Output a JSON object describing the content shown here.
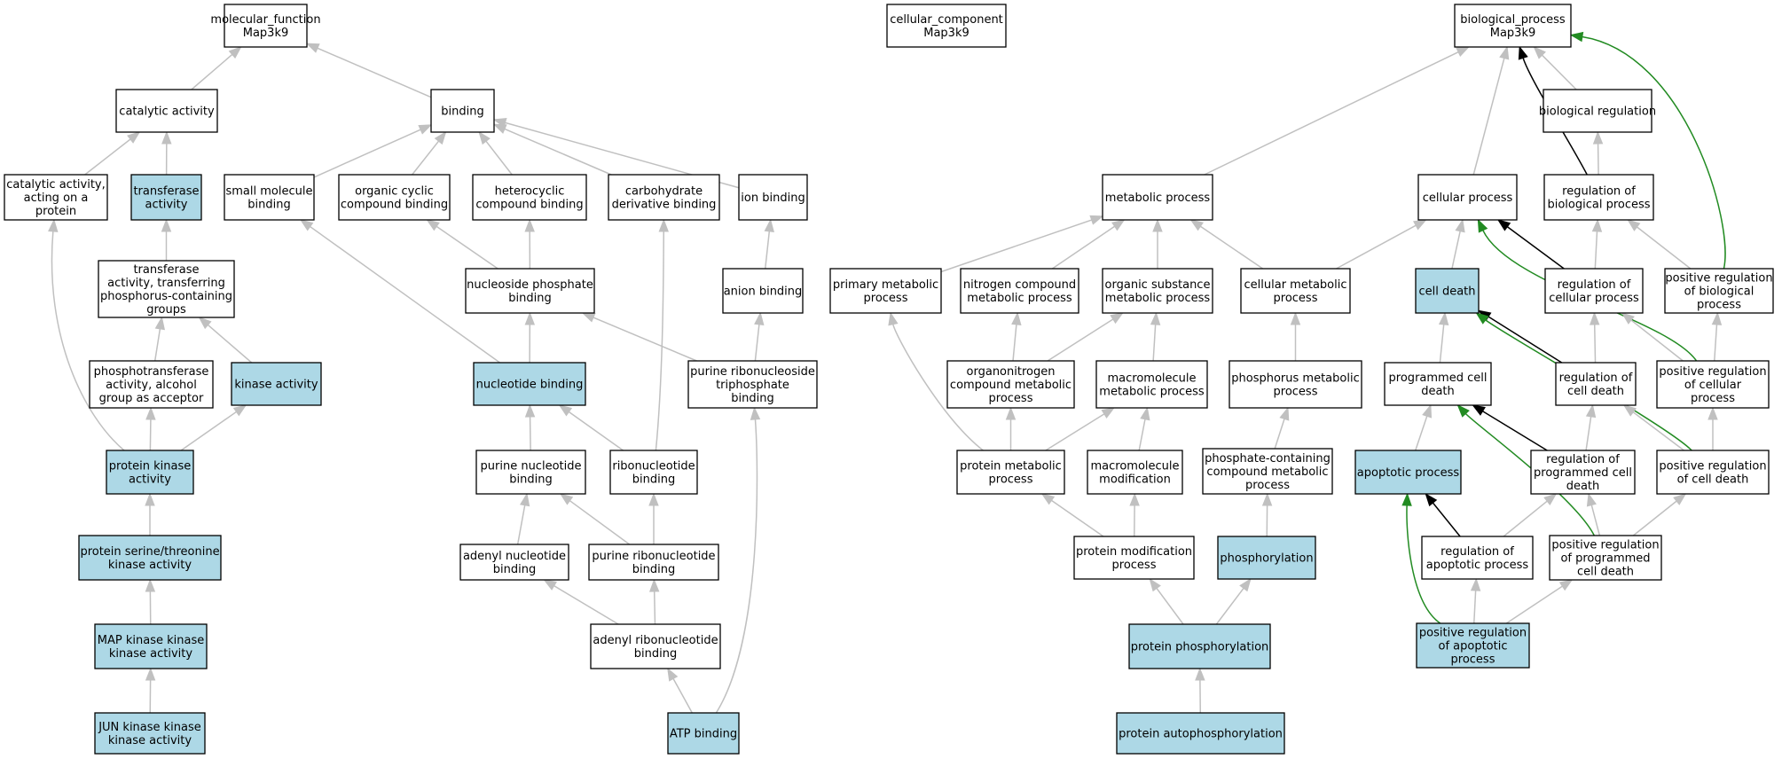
{
  "colors": {
    "highlight_fill": "#add8e6",
    "default_fill": "#ffffff",
    "edge_gray": "#c0c0c0",
    "edge_black": "#000000",
    "edge_green": "#228b22"
  },
  "nodes": [
    {
      "id": "mf",
      "lines": [
        "molecular_function",
        "Map3k9"
      ],
      "highlight": false
    },
    {
      "id": "cc",
      "lines": [
        "cellular_component",
        "Map3k9"
      ],
      "highlight": false
    },
    {
      "id": "bp",
      "lines": [
        "biological_process",
        "Map3k9"
      ],
      "highlight": false
    },
    {
      "id": "cat",
      "lines": [
        "catalytic activity"
      ],
      "highlight": false
    },
    {
      "id": "bind",
      "lines": [
        "binding"
      ],
      "highlight": false
    },
    {
      "id": "catprot",
      "lines": [
        "catalytic activity,",
        "acting on a",
        "protein"
      ],
      "highlight": false
    },
    {
      "id": "transf",
      "lines": [
        "transferase",
        "activity"
      ],
      "highlight": true
    },
    {
      "id": "smb",
      "lines": [
        "small molecule",
        "binding"
      ],
      "highlight": false
    },
    {
      "id": "occb",
      "lines": [
        "organic cyclic",
        "compound binding"
      ],
      "highlight": false
    },
    {
      "id": "hcb",
      "lines": [
        "heterocyclic",
        "compound binding"
      ],
      "highlight": false
    },
    {
      "id": "cdb",
      "lines": [
        "carbohydrate",
        "derivative binding"
      ],
      "highlight": false
    },
    {
      "id": "ionb",
      "lines": [
        "ion binding"
      ],
      "highlight": false
    },
    {
      "id": "tpcg",
      "lines": [
        "transferase",
        "activity, transferring",
        "phosphorus-containing",
        "groups"
      ],
      "highlight": false
    },
    {
      "id": "npb",
      "lines": [
        "nucleoside phosphate",
        "binding"
      ],
      "highlight": false
    },
    {
      "id": "anb",
      "lines": [
        "anion binding"
      ],
      "highlight": false
    },
    {
      "id": "ptaa",
      "lines": [
        "phosphotransferase",
        "activity, alcohol",
        "group as acceptor"
      ],
      "highlight": false
    },
    {
      "id": "kin",
      "lines": [
        "kinase activity"
      ],
      "highlight": true
    },
    {
      "id": "ntb",
      "lines": [
        "nucleotide binding"
      ],
      "highlight": true
    },
    {
      "id": "prtb",
      "lines": [
        "purine ribonucleoside",
        "triphosphate",
        "binding"
      ],
      "highlight": false
    },
    {
      "id": "pka",
      "lines": [
        "protein kinase",
        "activity"
      ],
      "highlight": true
    },
    {
      "id": "pnb",
      "lines": [
        "purine nucleotide",
        "binding"
      ],
      "highlight": false
    },
    {
      "id": "rnb",
      "lines": [
        "ribonucleotide",
        "binding"
      ],
      "highlight": false
    },
    {
      "id": "pst",
      "lines": [
        "protein serine/threonine",
        "kinase activity"
      ],
      "highlight": true
    },
    {
      "id": "anbd",
      "lines": [
        "adenyl nucleotide",
        "binding"
      ],
      "highlight": false
    },
    {
      "id": "prnb",
      "lines": [
        "purine ribonucleotide",
        "binding"
      ],
      "highlight": false
    },
    {
      "id": "mkkk",
      "lines": [
        "MAP kinase kinase",
        "kinase activity"
      ],
      "highlight": true
    },
    {
      "id": "arnb",
      "lines": [
        "adenyl ribonucleotide",
        "binding"
      ],
      "highlight": false
    },
    {
      "id": "jkkk",
      "lines": [
        "JUN kinase kinase",
        "kinase activity"
      ],
      "highlight": true
    },
    {
      "id": "atp",
      "lines": [
        "ATP binding"
      ],
      "highlight": true
    },
    {
      "id": "breg",
      "lines": [
        "biological regulation"
      ],
      "highlight": false
    },
    {
      "id": "metp",
      "lines": [
        "metabolic process"
      ],
      "highlight": false
    },
    {
      "id": "cellp",
      "lines": [
        "cellular process"
      ],
      "highlight": false
    },
    {
      "id": "rbp",
      "lines": [
        "regulation of",
        "biological process"
      ],
      "highlight": false
    },
    {
      "id": "pmp",
      "lines": [
        "primary metabolic",
        "process"
      ],
      "highlight": false
    },
    {
      "id": "ncmp",
      "lines": [
        "nitrogen compound",
        "metabolic process"
      ],
      "highlight": false
    },
    {
      "id": "osmp",
      "lines": [
        "organic substance",
        "metabolic process"
      ],
      "highlight": false
    },
    {
      "id": "cmp",
      "lines": [
        "cellular metabolic",
        "process"
      ],
      "highlight": false
    },
    {
      "id": "cd",
      "lines": [
        "cell death"
      ],
      "highlight": true
    },
    {
      "id": "rcp",
      "lines": [
        "regulation of",
        "cellular process"
      ],
      "highlight": false
    },
    {
      "id": "prbp",
      "lines": [
        "positive regulation",
        "of biological",
        "process"
      ],
      "highlight": false
    },
    {
      "id": "oncmp",
      "lines": [
        "organonitrogen",
        "compound metabolic",
        "process"
      ],
      "highlight": false
    },
    {
      "id": "mmp",
      "lines": [
        "macromolecule",
        "metabolic process"
      ],
      "highlight": false
    },
    {
      "id": "phmp",
      "lines": [
        "phosphorus metabolic",
        "process"
      ],
      "highlight": false
    },
    {
      "id": "pcd",
      "lines": [
        "programmed cell",
        "death"
      ],
      "highlight": false
    },
    {
      "id": "rcd",
      "lines": [
        "regulation of",
        "cell death"
      ],
      "highlight": false
    },
    {
      "id": "prcp",
      "lines": [
        "positive regulation",
        "of cellular",
        "process"
      ],
      "highlight": false
    },
    {
      "id": "protmp",
      "lines": [
        "protein metabolic",
        "process"
      ],
      "highlight": false
    },
    {
      "id": "mmod",
      "lines": [
        "macromolecule",
        "modification"
      ],
      "highlight": false
    },
    {
      "id": "pccmp",
      "lines": [
        "phosphate-containing",
        "compound metabolic",
        "process"
      ],
      "highlight": false
    },
    {
      "id": "apop",
      "lines": [
        "apoptotic process"
      ],
      "highlight": true
    },
    {
      "id": "rpcd",
      "lines": [
        "regulation of",
        "programmed cell",
        "death"
      ],
      "highlight": false
    },
    {
      "id": "prcd",
      "lines": [
        "positive regulation",
        "of cell death"
      ],
      "highlight": false
    },
    {
      "id": "pmodp",
      "lines": [
        "protein modification",
        "process"
      ],
      "highlight": false
    },
    {
      "id": "phos",
      "lines": [
        "phosphorylation"
      ],
      "highlight": true
    },
    {
      "id": "rap",
      "lines": [
        "regulation of",
        "apoptotic process"
      ],
      "highlight": false
    },
    {
      "id": "prpcd",
      "lines": [
        "positive regulation",
        "of programmed",
        "cell death"
      ],
      "highlight": false
    },
    {
      "id": "pphos",
      "lines": [
        "protein phosphorylation"
      ],
      "highlight": true
    },
    {
      "id": "prap",
      "lines": [
        "positive regulation",
        "of apoptotic",
        "process"
      ],
      "highlight": true
    },
    {
      "id": "papho",
      "lines": [
        "protein autophosphorylation"
      ],
      "highlight": true
    }
  ],
  "edges": [
    {
      "from": "cat",
      "to": "mf",
      "kind": "is_a"
    },
    {
      "from": "bind",
      "to": "mf",
      "kind": "is_a"
    },
    {
      "from": "catprot",
      "to": "cat",
      "kind": "is_a"
    },
    {
      "from": "transf",
      "to": "cat",
      "kind": "is_a"
    },
    {
      "from": "smb",
      "to": "bind",
      "kind": "is_a"
    },
    {
      "from": "occb",
      "to": "bind",
      "kind": "is_a"
    },
    {
      "from": "hcb",
      "to": "bind",
      "kind": "is_a"
    },
    {
      "from": "cdb",
      "to": "bind",
      "kind": "is_a"
    },
    {
      "from": "ionb",
      "to": "bind",
      "kind": "is_a"
    },
    {
      "from": "tpcg",
      "to": "transf",
      "kind": "is_a"
    },
    {
      "from": "npb",
      "to": "occb",
      "kind": "is_a"
    },
    {
      "from": "npb",
      "to": "hcb",
      "kind": "is_a"
    },
    {
      "from": "anb",
      "to": "ionb",
      "kind": "is_a"
    },
    {
      "from": "ptaa",
      "to": "tpcg",
      "kind": "is_a"
    },
    {
      "from": "kin",
      "to": "tpcg",
      "kind": "is_a"
    },
    {
      "from": "ntb",
      "to": "smb",
      "kind": "is_a"
    },
    {
      "from": "ntb",
      "to": "npb",
      "kind": "is_a"
    },
    {
      "from": "prtb",
      "to": "npb",
      "kind": "is_a"
    },
    {
      "from": "prtb",
      "to": "anb",
      "kind": "is_a"
    },
    {
      "from": "pka",
      "to": "catprot",
      "kind": "is_a"
    },
    {
      "from": "pka",
      "to": "ptaa",
      "kind": "is_a"
    },
    {
      "from": "pka",
      "to": "kin",
      "kind": "is_a"
    },
    {
      "from": "pnb",
      "to": "ntb",
      "kind": "is_a"
    },
    {
      "from": "rnb",
      "to": "ntb",
      "kind": "is_a"
    },
    {
      "from": "rnb",
      "to": "cdb",
      "kind": "is_a"
    },
    {
      "from": "pst",
      "to": "pka",
      "kind": "is_a"
    },
    {
      "from": "anbd",
      "to": "pnb",
      "kind": "is_a"
    },
    {
      "from": "prnb",
      "to": "pnb",
      "kind": "is_a"
    },
    {
      "from": "prnb",
      "to": "rnb",
      "kind": "is_a"
    },
    {
      "from": "mkkk",
      "to": "pst",
      "kind": "is_a"
    },
    {
      "from": "arnb",
      "to": "anbd",
      "kind": "is_a"
    },
    {
      "from": "arnb",
      "to": "prnb",
      "kind": "is_a"
    },
    {
      "from": "jkkk",
      "to": "mkkk",
      "kind": "is_a"
    },
    {
      "from": "atp",
      "to": "arnb",
      "kind": "is_a"
    },
    {
      "from": "atp",
      "to": "prtb",
      "kind": "is_a"
    },
    {
      "from": "metp",
      "to": "bp",
      "kind": "is_a"
    },
    {
      "from": "cellp",
      "to": "bp",
      "kind": "is_a"
    },
    {
      "from": "breg",
      "to": "bp",
      "kind": "is_a"
    },
    {
      "from": "rbp",
      "to": "bp",
      "kind": "regulates"
    },
    {
      "from": "prbp",
      "to": "bp",
      "kind": "positively_regulates"
    },
    {
      "from": "rbp",
      "to": "breg",
      "kind": "is_a"
    },
    {
      "from": "pmp",
      "to": "metp",
      "kind": "is_a"
    },
    {
      "from": "ncmp",
      "to": "metp",
      "kind": "is_a"
    },
    {
      "from": "osmp",
      "to": "metp",
      "kind": "is_a"
    },
    {
      "from": "cmp",
      "to": "metp",
      "kind": "is_a"
    },
    {
      "from": "cmp",
      "to": "cellp",
      "kind": "is_a"
    },
    {
      "from": "cd",
      "to": "cellp",
      "kind": "is_a"
    },
    {
      "from": "rcp",
      "to": "cellp",
      "kind": "regulates"
    },
    {
      "from": "prcp",
      "to": "cellp",
      "kind": "positively_regulates"
    },
    {
      "from": "rcp",
      "to": "rbp",
      "kind": "is_a"
    },
    {
      "from": "prbp",
      "to": "rbp",
      "kind": "is_a"
    },
    {
      "from": "oncmp",
      "to": "ncmp",
      "kind": "is_a"
    },
    {
      "from": "oncmp",
      "to": "osmp",
      "kind": "is_a"
    },
    {
      "from": "mmp",
      "to": "osmp",
      "kind": "is_a"
    },
    {
      "from": "phmp",
      "to": "cmp",
      "kind": "is_a"
    },
    {
      "from": "pcd",
      "to": "cd",
      "kind": "is_a"
    },
    {
      "from": "rcd",
      "to": "cd",
      "kind": "regulates"
    },
    {
      "from": "prcd",
      "to": "cd",
      "kind": "positively_regulates"
    },
    {
      "from": "rcd",
      "to": "rcp",
      "kind": "is_a"
    },
    {
      "from": "prcp",
      "to": "rcp",
      "kind": "is_a"
    },
    {
      "from": "prcp",
      "to": "prbp",
      "kind": "is_a"
    },
    {
      "from": "protmp",
      "to": "pmp",
      "kind": "is_a"
    },
    {
      "from": "protmp",
      "to": "oncmp",
      "kind": "is_a"
    },
    {
      "from": "protmp",
      "to": "mmp",
      "kind": "is_a"
    },
    {
      "from": "mmod",
      "to": "mmp",
      "kind": "is_a"
    },
    {
      "from": "pccmp",
      "to": "phmp",
      "kind": "is_a"
    },
    {
      "from": "apop",
      "to": "pcd",
      "kind": "is_a"
    },
    {
      "from": "rpcd",
      "to": "pcd",
      "kind": "regulates"
    },
    {
      "from": "prpcd",
      "to": "pcd",
      "kind": "positively_regulates"
    },
    {
      "from": "rpcd",
      "to": "rcd",
      "kind": "is_a"
    },
    {
      "from": "prcd",
      "to": "rcd",
      "kind": "is_a"
    },
    {
      "from": "prcd",
      "to": "prcp",
      "kind": "is_a"
    },
    {
      "from": "pmodp",
      "to": "protmp",
      "kind": "is_a"
    },
    {
      "from": "pmodp",
      "to": "mmod",
      "kind": "is_a"
    },
    {
      "from": "phos",
      "to": "pccmp",
      "kind": "is_a"
    },
    {
      "from": "rap",
      "to": "apop",
      "kind": "regulates"
    },
    {
      "from": "prap",
      "to": "apop",
      "kind": "positively_regulates"
    },
    {
      "from": "rap",
      "to": "rpcd",
      "kind": "is_a"
    },
    {
      "from": "prpcd",
      "to": "rpcd",
      "kind": "is_a"
    },
    {
      "from": "prpcd",
      "to": "prcd",
      "kind": "is_a"
    },
    {
      "from": "pphos",
      "to": "pmodp",
      "kind": "is_a"
    },
    {
      "from": "pphos",
      "to": "phos",
      "kind": "is_a"
    },
    {
      "from": "prap",
      "to": "rap",
      "kind": "is_a"
    },
    {
      "from": "prap",
      "to": "prpcd",
      "kind": "is_a"
    },
    {
      "from": "papho",
      "to": "pphos",
      "kind": "is_a"
    }
  ]
}
